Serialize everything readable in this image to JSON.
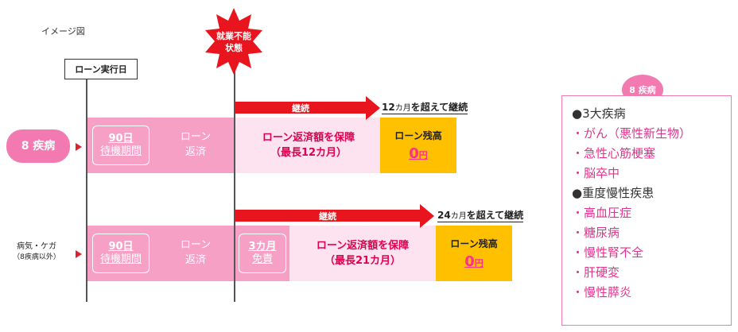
{
  "caption": "イメージ図",
  "loan_start_label": "ローン実行日",
  "disability_label": [
    "就業不能",
    "状態"
  ],
  "row1": {
    "category": "8 疾病",
    "wait": {
      "num": "90日",
      "label": "待機期間"
    },
    "loan_repay": [
      "ローン",
      "返済"
    ],
    "arrow_label": "継続",
    "continue_label": {
      "num": "12",
      "unit": "カ月",
      "rest": "を超えて継続"
    },
    "guarantee": [
      "ローン返済額を保障",
      "（最長12カ月）"
    ],
    "balance_title": "ローン残高",
    "balance_value": "0",
    "balance_unit": "円"
  },
  "row2": {
    "category": [
      "病気・ケガ",
      "（8疾病以外）"
    ],
    "wait": {
      "num": "90日",
      "label": "待機期間"
    },
    "loan_repay": [
      "ローン",
      "返済"
    ],
    "exempt": {
      "num": "3カ月",
      "label": "免責"
    },
    "arrow_label": "継続",
    "continue_label": {
      "num": "24",
      "unit": "カ月",
      "rest": "を超えて継続"
    },
    "guarantee": [
      "ローン返済額を保障",
      "（最長21カ月）"
    ],
    "balance_title": "ローン残高",
    "balance_value": "0",
    "balance_unit": "円"
  },
  "disease_panel": {
    "badge": "8 疾病",
    "items": [
      {
        "text": "●3大疾病",
        "kind": "head"
      },
      {
        "text": "・がん（悪性新生物）",
        "kind": "pink"
      },
      {
        "text": "・急性心筋梗塞",
        "kind": "pink"
      },
      {
        "text": "・脳卒中",
        "kind": "pink"
      },
      {
        "text": "●重度慢性疾患",
        "kind": "head"
      },
      {
        "text": "・高血圧症",
        "kind": "pink"
      },
      {
        "text": "・糖尿病",
        "kind": "pink"
      },
      {
        "text": "・慢性腎不全",
        "kind": "pink"
      },
      {
        "text": "・肝硬変",
        "kind": "pink"
      },
      {
        "text": "・慢性膵炎",
        "kind": "pink"
      }
    ]
  },
  "colors": {
    "pink": "#f7a0c6",
    "light_pink": "#fde2ef",
    "red": "#e8141e",
    "gold": "#ffc000",
    "magenta": "#e0338c"
  }
}
